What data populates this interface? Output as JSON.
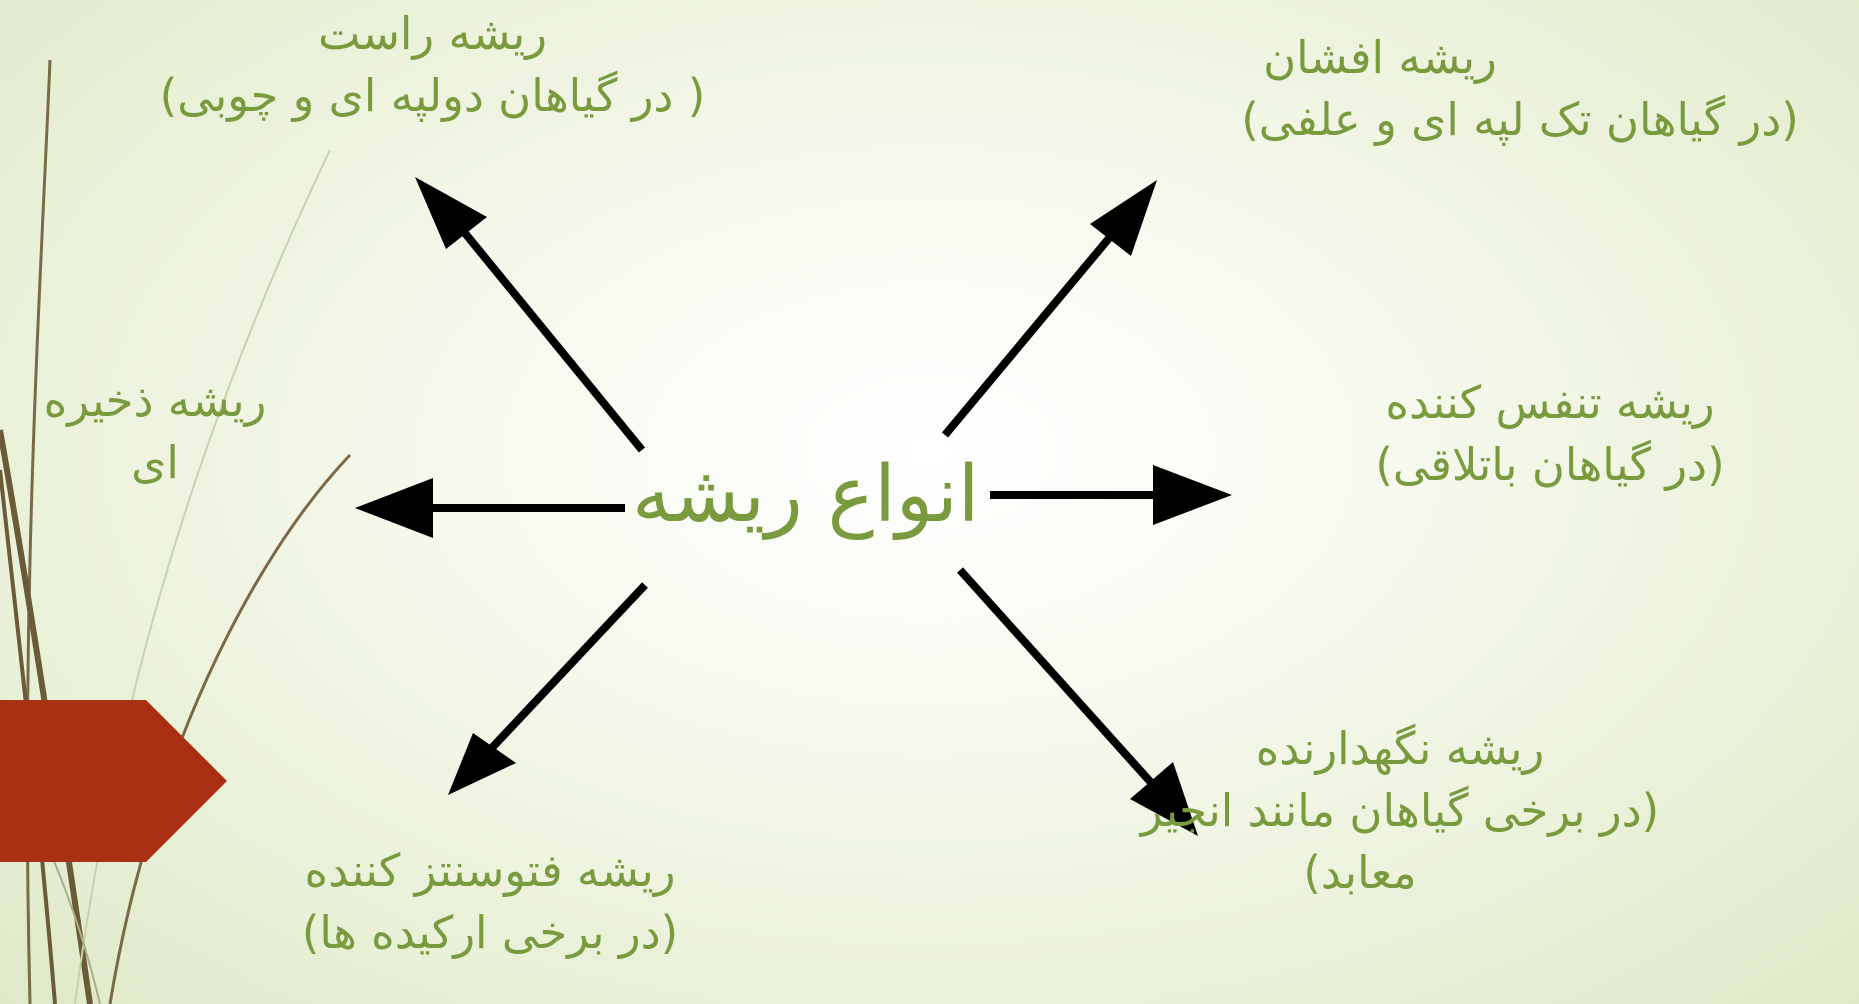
{
  "center": "انواع ریشه",
  "nodes": [
    {
      "id": "taproot",
      "line1": "ریشه راست",
      "line2": "( در گیاهان دولپه ای و چوبی)"
    },
    {
      "id": "fibrous",
      "line1": "ریشه افشان",
      "line2": "(در گیاهان تک لپه ای و علفی)"
    },
    {
      "id": "storage",
      "line1": "ریشه ذخیره",
      "line2": "ای"
    },
    {
      "id": "breathing",
      "line1": "ریشه تنفس کننده",
      "line2": "(در گیاهان باتلاقی)"
    },
    {
      "id": "photosynthetic",
      "line1": "ریشه فتوسنتز کننده",
      "line2": "(در برخی ارکیده ها)"
    },
    {
      "id": "support",
      "line1": "ریشه نگهدارنده",
      "line2": "(در برخی گیاهان مانند انجیر",
      "line3": "معابد)"
    }
  ],
  "colors": {
    "text": "#7a9a3e",
    "arrow": "#000000",
    "accent_tag": "#a93010",
    "stem": "#7a6a48"
  }
}
